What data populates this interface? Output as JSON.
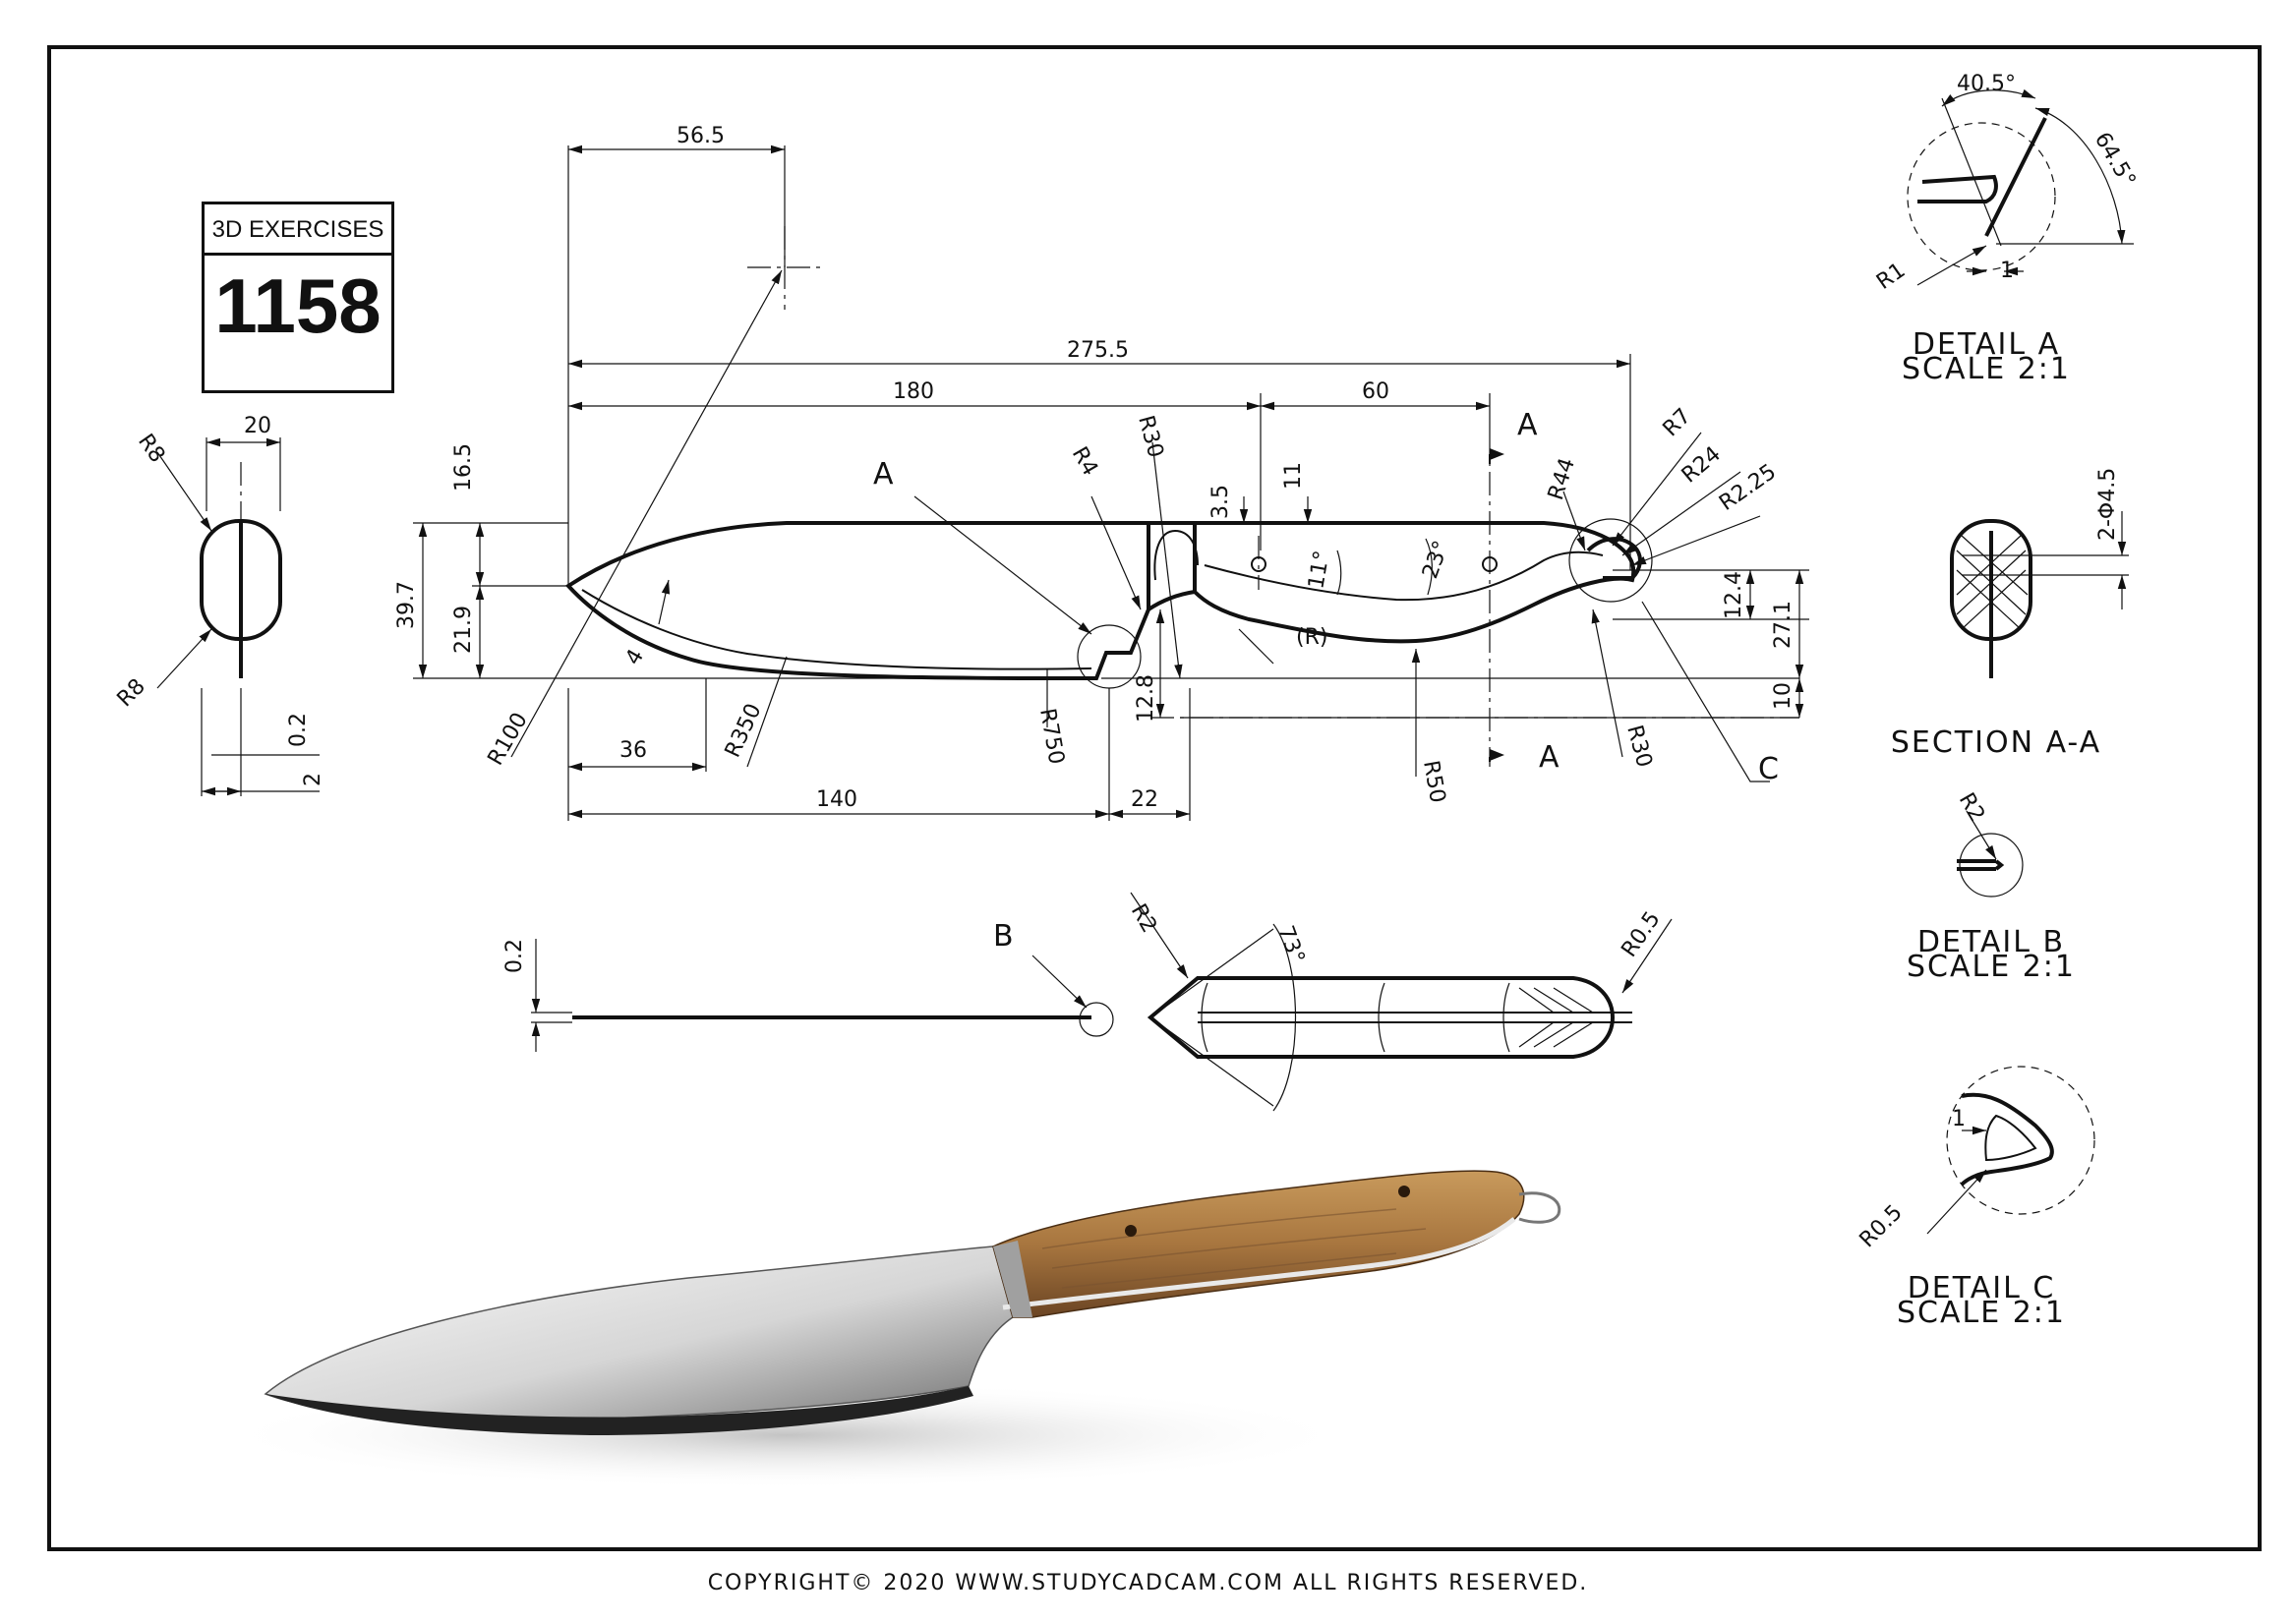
{
  "exercise": {
    "label": "3D EXERCISES",
    "number": "1158"
  },
  "copyright": "COPYRIGHT© 2020 WWW.STUDYCADCAM.COM ALL RIGHTS RESERVED.",
  "main_dims": {
    "d56_5": "56.5",
    "d275_5": "275.5",
    "d180": "180",
    "d60": "60",
    "d16_5": "16.5",
    "d39_7": "39.7",
    "d21_9": "21.9",
    "d4": "4",
    "d36": "36",
    "d140": "140",
    "d22": "22",
    "d12_8": "12.8",
    "d3_5": "3.5",
    "d11": "11",
    "a11": "11°",
    "a23": "23°",
    "rR": "(R)",
    "d12_4": "12.4",
    "d27_1": "27.1",
    "d10": "10",
    "r100": "R100",
    "r350": "R350",
    "r750": "R750",
    "r4": "R4",
    "r30a": "R30",
    "r44": "R44",
    "r7": "R7",
    "r24": "R24",
    "r2_25": "R2.25",
    "r30b": "R30",
    "r50": "R50",
    "labelA": "A",
    "labelC": "C",
    "secA1": "A",
    "secA2": "A"
  },
  "end_view": {
    "r8a": "R8",
    "d20": "20",
    "r8b": "R8",
    "d0_2": "0.2",
    "d2": "2"
  },
  "top_view": {
    "d0_2": "0.2",
    "labelB": "B",
    "r2": "R2",
    "a73": "73°",
    "r0_5": "R0.5"
  },
  "detail_a": {
    "a40_5": "40.5°",
    "a64_5": "64.5°",
    "r1": "R1",
    "d1": "1",
    "title": "DETAIL A",
    "scale": "SCALE 2:1"
  },
  "section_aa": {
    "holes": "2-Φ4.5",
    "title": "SECTION A-A"
  },
  "detail_b": {
    "r2": "R2",
    "title": "DETAIL B",
    "scale": "SCALE 2:1"
  },
  "detail_c": {
    "d1": "1",
    "r0_5": "R0.5",
    "title": "DETAIL C",
    "scale": "SCALE 2:1"
  },
  "colors": {
    "line": "#111111",
    "blade_light": "#f4f4f4",
    "blade_dark": "#6f6f6f",
    "wood_light": "#b8894f",
    "wood_dark": "#6b4524"
  },
  "icons": {
    "render": "knife-render-image"
  }
}
